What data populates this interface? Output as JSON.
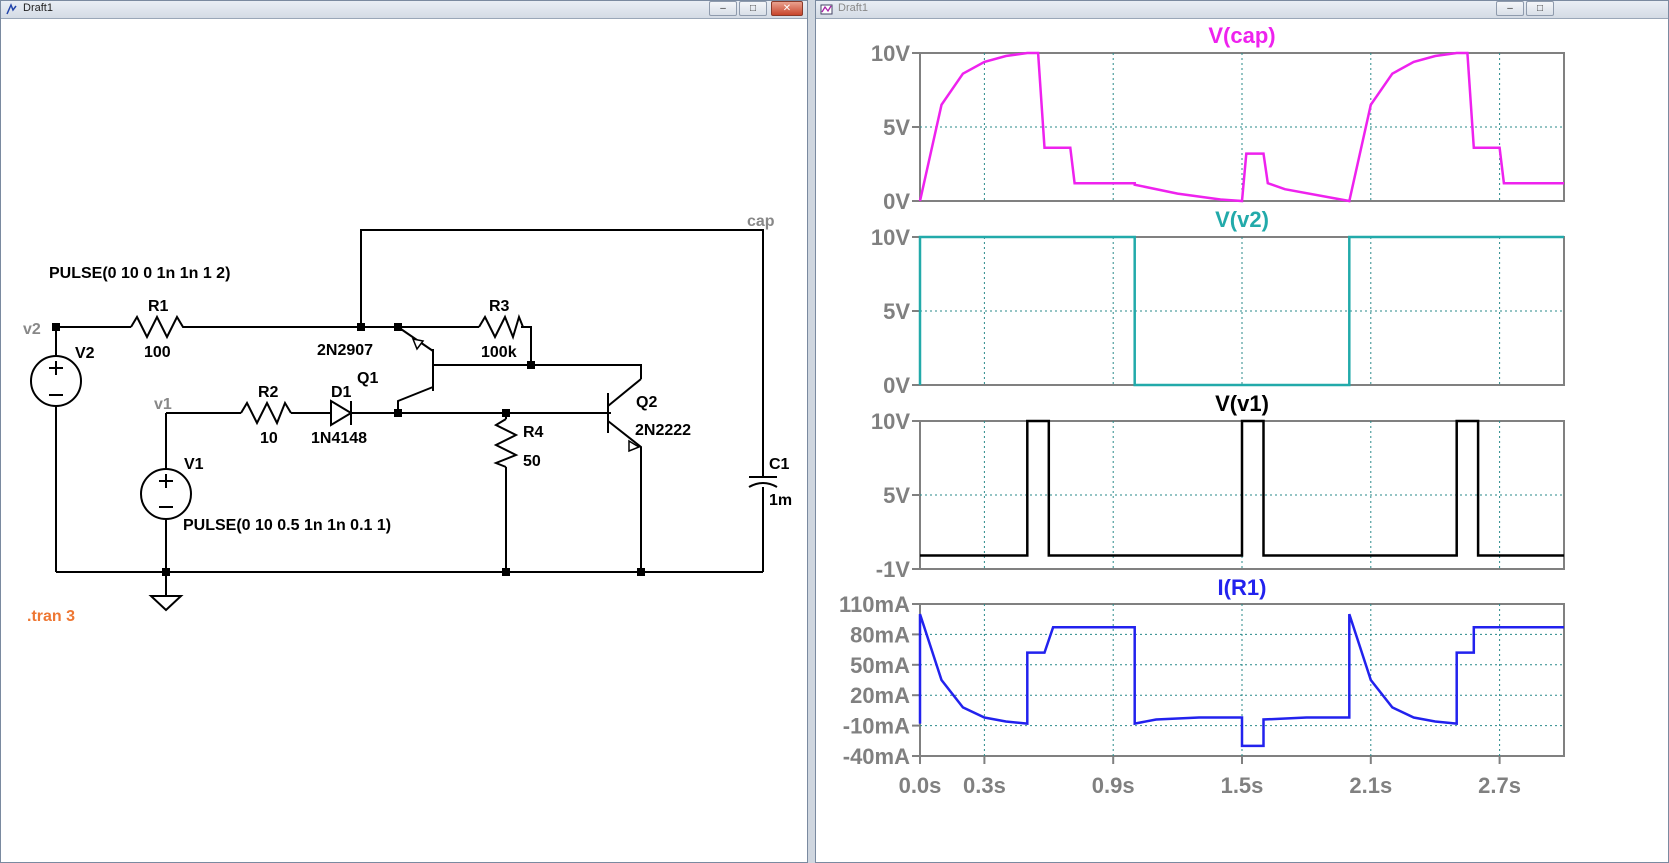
{
  "schematic_window": {
    "title": "Draft1",
    "buttons": {
      "minimize": "–",
      "maximize": "□",
      "close": "✕"
    },
    "nets": {
      "v2": "v2",
      "v1": "v1",
      "cap": "cap"
    },
    "sources": {
      "v2_name": "V2",
      "v2_value": "PULSE(0 10 0 1n 1n 1 2)",
      "v1_name": "V1",
      "v1_value": "PULSE(0 10 0.5 1n 1n 0.1 1)"
    },
    "components": {
      "r1_name": "R1",
      "r1_value": "100",
      "r2_name": "R2",
      "r2_value": "10",
      "r3_name": "R3",
      "r3_value": "100k",
      "r4_name": "R4",
      "r4_value": "50",
      "d1_name": "D1",
      "d1_value": "1N4148",
      "q1_name": "Q1",
      "q1_value": "2N2907",
      "q2_name": "Q2",
      "q2_value": "2N2222",
      "c1_name": "C1",
      "c1_value": "1m"
    },
    "directive": ".tran 3",
    "colors": {
      "wire": "#000000",
      "net_label": "#888888",
      "directive": "#ee7733"
    }
  },
  "waveform_window": {
    "title": "Draft1",
    "buttons": {
      "minimize": "–",
      "maximize": "□"
    },
    "x_ticks": [
      "0.0s",
      "0.3s",
      "0.9s",
      "1.5s",
      "2.1s",
      "2.7s"
    ],
    "colors": {
      "cap": "#ee22ee",
      "v2": "#22aaaa",
      "v1": "#000000",
      "r1": "#2222ee",
      "grid": "#2a8a8a",
      "axis_text": "#808080"
    }
  },
  "chart_data": [
    {
      "type": "line",
      "title": "V(cap)",
      "yticks": [
        "10V",
        "5V",
        "0V"
      ],
      "ylim": [
        0,
        10
      ],
      "series": [
        {
          "name": "V(cap)",
          "x": [
            0,
            0.1,
            0.2,
            0.3,
            0.4,
            0.5,
            0.55,
            0.58,
            0.62,
            0.7,
            0.72,
            0.8,
            1.0,
            1.0,
            1.2,
            1.4,
            1.5,
            1.52,
            1.6,
            1.62,
            1.7,
            2.0,
            2.1,
            2.2,
            2.3,
            2.4,
            2.5,
            2.55,
            2.58,
            2.62,
            2.7,
            2.72,
            3.0
          ],
          "y": [
            0,
            6.5,
            8.6,
            9.4,
            9.8,
            10,
            10,
            3.6,
            3.6,
            3.6,
            1.2,
            1.2,
            1.2,
            1.1,
            0.5,
            0.1,
            0,
            3.2,
            3.2,
            1.2,
            0.8,
            0,
            6.5,
            8.6,
            9.4,
            9.8,
            10,
            10,
            3.6,
            3.6,
            3.6,
            1.2,
            1.2
          ]
        }
      ]
    },
    {
      "type": "line",
      "title": "V(v2)",
      "yticks": [
        "10V",
        "5V",
        "0V"
      ],
      "ylim": [
        0,
        10
      ],
      "series": [
        {
          "name": "V(v2)",
          "x": [
            0,
            0,
            1,
            1,
            2,
            2,
            3
          ],
          "y": [
            0,
            10,
            10,
            0,
            0,
            10,
            10
          ]
        }
      ]
    },
    {
      "type": "line",
      "title": "V(v1)",
      "yticks": [
        "10V",
        "5V",
        "-1V"
      ],
      "ylim": [
        -1,
        10
      ],
      "series": [
        {
          "name": "V(v1)",
          "x": [
            0,
            0.5,
            0.5,
            0.6,
            0.6,
            1.5,
            1.5,
            1.6,
            1.6,
            2.5,
            2.5,
            2.6,
            2.6,
            3.0
          ],
          "y": [
            0,
            0,
            10,
            10,
            0,
            0,
            10,
            10,
            0,
            0,
            10,
            10,
            0,
            0
          ]
        }
      ]
    },
    {
      "type": "line",
      "title": "I(R1)",
      "yticks": [
        "110mA",
        "80mA",
        "50mA",
        "20mA",
        "-10mA",
        "-40mA"
      ],
      "ylim": [
        -40,
        110
      ],
      "series": [
        {
          "name": "I(R1)",
          "x": [
            0,
            0,
            0.1,
            0.2,
            0.3,
            0.4,
            0.5,
            0.5,
            0.58,
            0.58,
            0.62,
            0.62,
            1.0,
            1.0,
            1.1,
            1.3,
            1.5,
            1.5,
            1.6,
            1.6,
            1.8,
            2.0,
            2.0,
            2.1,
            2.2,
            2.3,
            2.4,
            2.5,
            2.5,
            2.58,
            2.58,
            2.62,
            2.62,
            3.0
          ],
          "y": [
            -8,
            100,
            35,
            8,
            -2,
            -6,
            -8,
            62,
            62,
            62,
            87,
            87,
            87,
            -8,
            -4,
            -2,
            -2,
            -30,
            -30,
            -4,
            -2,
            -2,
            100,
            35,
            8,
            -2,
            -6,
            -8,
            62,
            62,
            87,
            87,
            87,
            87
          ]
        }
      ]
    }
  ]
}
